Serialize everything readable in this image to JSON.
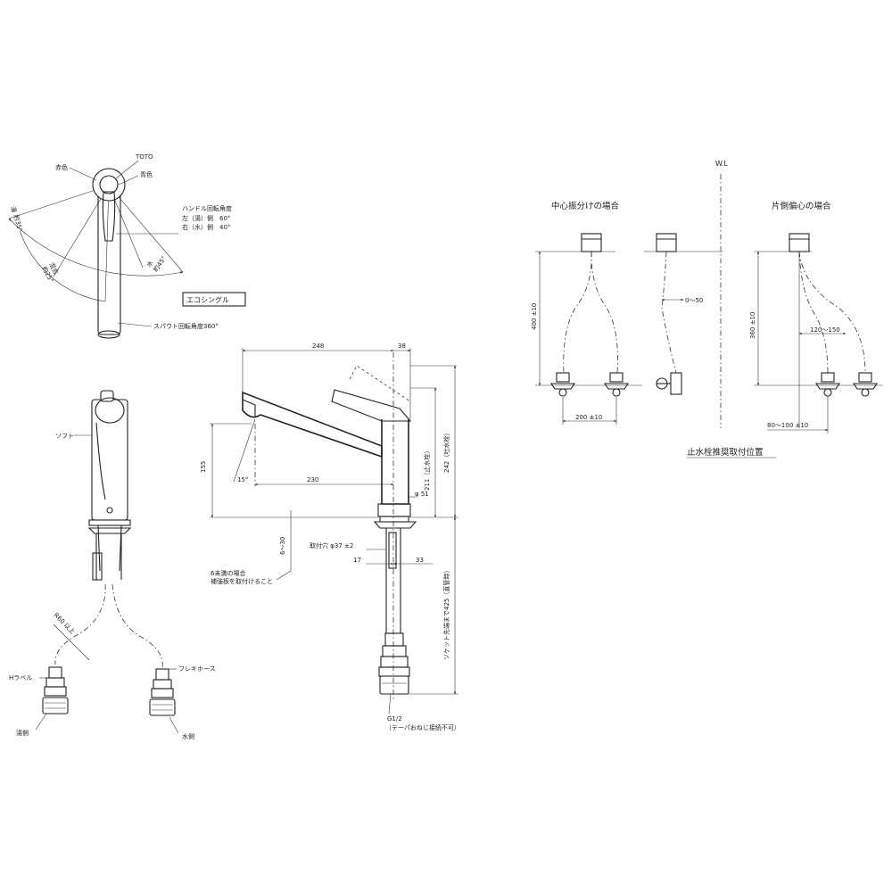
{
  "top_view": {
    "brand": "TOTO",
    "red_label": "赤色",
    "blue_label": "青色",
    "handle_title": "ハンドル回転角度",
    "handle_left": "左（湯）側　60°",
    "handle_right": "右（水）側　40°",
    "cold_label": "水",
    "cold_angle": "約45°",
    "mix_label": "混合",
    "mix_angle": "約25°",
    "hot_label": "湯",
    "hot_angle": "約35°",
    "eco_label": "エコシングル",
    "spout_rotation": "スパウト回転角度360°"
  },
  "side_view": {
    "soft_label": "ソフト",
    "radius_label": "R60 以上",
    "h_label": "Hラベル",
    "hot_side": "湯側",
    "flexi_hose": "フレキホース",
    "cold_side": "水側"
  },
  "front_view": {
    "dim_248": "248",
    "dim_38": "38",
    "dim_155": "155",
    "dim_230": "230",
    "dim_15deg": "15°",
    "dim_d51": "φ 51",
    "dim_211": "211（止水栓）",
    "dim_242": "242（吐水栓）",
    "dim_6_30": "6～30",
    "mount_hole": "取付穴 φ37 ±2",
    "dim_17": "17",
    "dim_33": "33",
    "reinforce_line1": "6未満の場合",
    "reinforce_line2": "補強板を取付けること",
    "socket_len": "ソケット先端まで425（直管時）",
    "g_thread": "G1/2",
    "taper_note": "（テーパおねじ接続不可）"
  },
  "valve_section": {
    "wl": "W.L",
    "center_title": "中心振分けの場合",
    "offset_title": "片側偏心の場合",
    "dim_400": "400 ±10",
    "dim_0_50": "0～50",
    "dim_200": "200 ±10",
    "dim_360": "360 ±10",
    "dim_120_150": "120～150",
    "dim_80_100": "80～100 ±10",
    "caption": "止水栓推奨取付位置"
  }
}
